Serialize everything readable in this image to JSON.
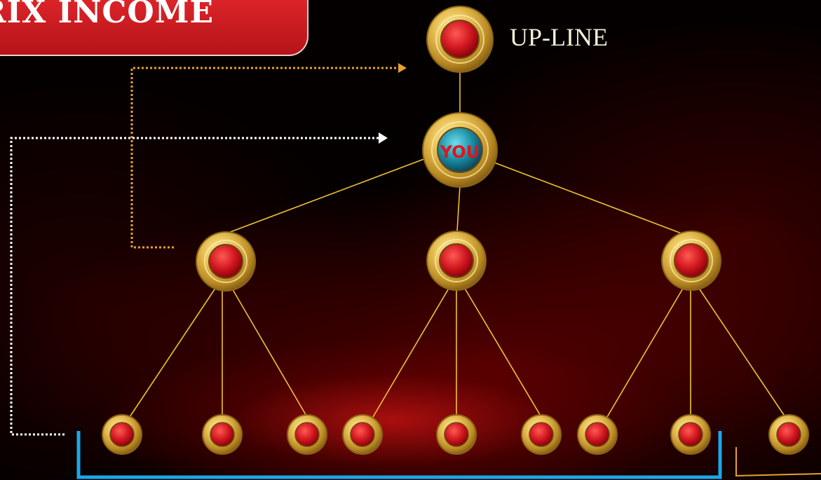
{
  "title": "RIX INCOME",
  "upline_label": "UP-LINE",
  "you_label": "YOU",
  "colors": {
    "gold": "#e0b84a",
    "red": "#c8141c",
    "teal": "#1a8aa0",
    "blue_bracket": "#19a8e8",
    "connector": "#f0c232",
    "white_arrow": "#ffffff",
    "orange_arrow": "#e8a030"
  },
  "tree": {
    "levels": [
      "up-line",
      "you",
      "level-1",
      "level-2"
    ],
    "level_1_count": 3,
    "level_2_count": 9
  }
}
